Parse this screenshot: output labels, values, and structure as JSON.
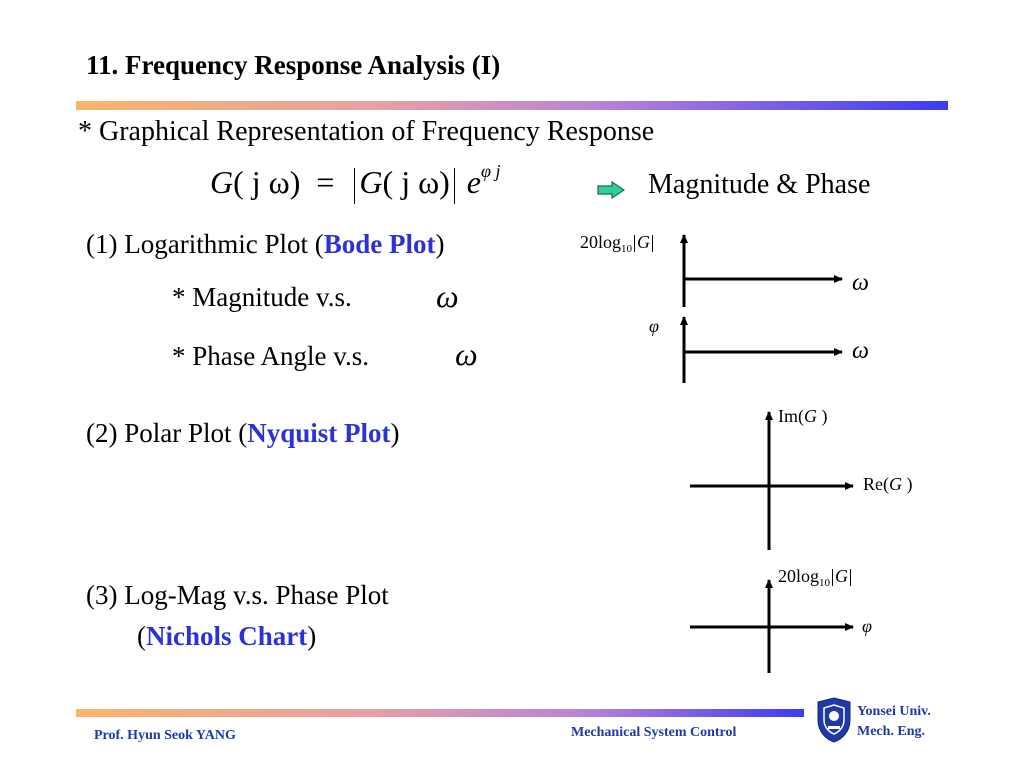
{
  "title": "11. Frequency Response Analysis (I)",
  "subtitle": "* Graphical Representation of Frequency Response",
  "equation": {
    "lhs_G": "G",
    "lhs_arg": "( j ω)",
    "equals": "=",
    "rhs_G": "G",
    "rhs_arg": "( j ω)",
    "e": "e",
    "exp": "φ j"
  },
  "magnitude_phase": "Magnitude & Phase",
  "items": {
    "bode": {
      "prefix": "(1) Logarithmic Plot  (",
      "highlight": "Bode Plot",
      "suffix": ")"
    },
    "bode_mag": "* Magnitude  v.s.",
    "bode_phase": "* Phase Angle  v.s.",
    "omega": "ω",
    "polar": {
      "prefix": "(2) Polar Plot (",
      "highlight": "Nyquist Plot",
      "suffix": ")"
    },
    "logmag_line1": "(3) Log-Mag  v.s.  Phase Plot",
    "nichols": {
      "prefix": "(",
      "highlight": "Nichols Chart",
      "suffix": ")"
    }
  },
  "plots": {
    "bode_mag_ylabel": {
      "pre": "20log",
      "sub": "10",
      "G": "G"
    },
    "bode_mag_xlabel": "ω",
    "bode_phase_ylabel": "φ",
    "bode_phase_xlabel": "ω",
    "nyquist_ylabel": {
      "pre": "Im(",
      "G": "G",
      "post": " )"
    },
    "nyquist_xlabel": {
      "pre": "Re(",
      "G": "G",
      "post": " )"
    },
    "nichols_ylabel": {
      "pre": "20log",
      "sub": "10",
      "G": "G"
    },
    "nichols_xlabel": "φ"
  },
  "footer": {
    "author": "Prof. Hyun Seok YANG",
    "course": "Mechanical System Control",
    "university_line1": "Yonsei Univ.",
    "university_line2": "Mech. Eng."
  },
  "colors": {
    "highlight": "#2d32d6",
    "footer_text": "#1f3aa8",
    "arrow_fill": "#2ecf9a"
  }
}
